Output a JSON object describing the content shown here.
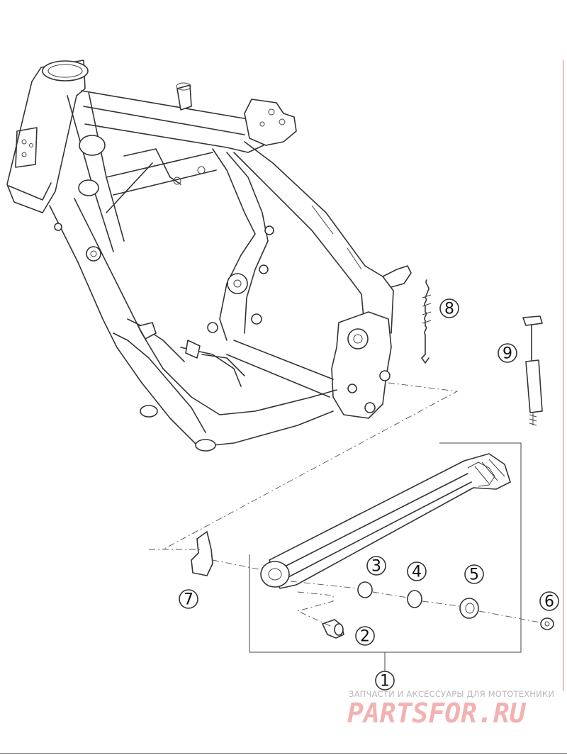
{
  "callouts": [
    {
      "id": "1",
      "label": "1"
    },
    {
      "id": "2",
      "label": "2"
    },
    {
      "id": "3",
      "label": "3"
    },
    {
      "id": "4",
      "label": "4"
    },
    {
      "id": "5",
      "label": "5"
    },
    {
      "id": "6",
      "label": "6"
    },
    {
      "id": "7",
      "label": "7"
    },
    {
      "id": "8",
      "label": "8"
    },
    {
      "id": "9",
      "label": "9"
    }
  ],
  "watermark": {
    "caption": "ЗАПЧАСТИ И АКСЕССУАРЫ ДЛЯ МОТОТЕХНИКИ",
    "logo_text": "PARTSFOR.RU"
  },
  "colors": {
    "line": "#333333",
    "watermark_text": "#b9b9b9",
    "watermark_logo": "#f2b2b2"
  }
}
